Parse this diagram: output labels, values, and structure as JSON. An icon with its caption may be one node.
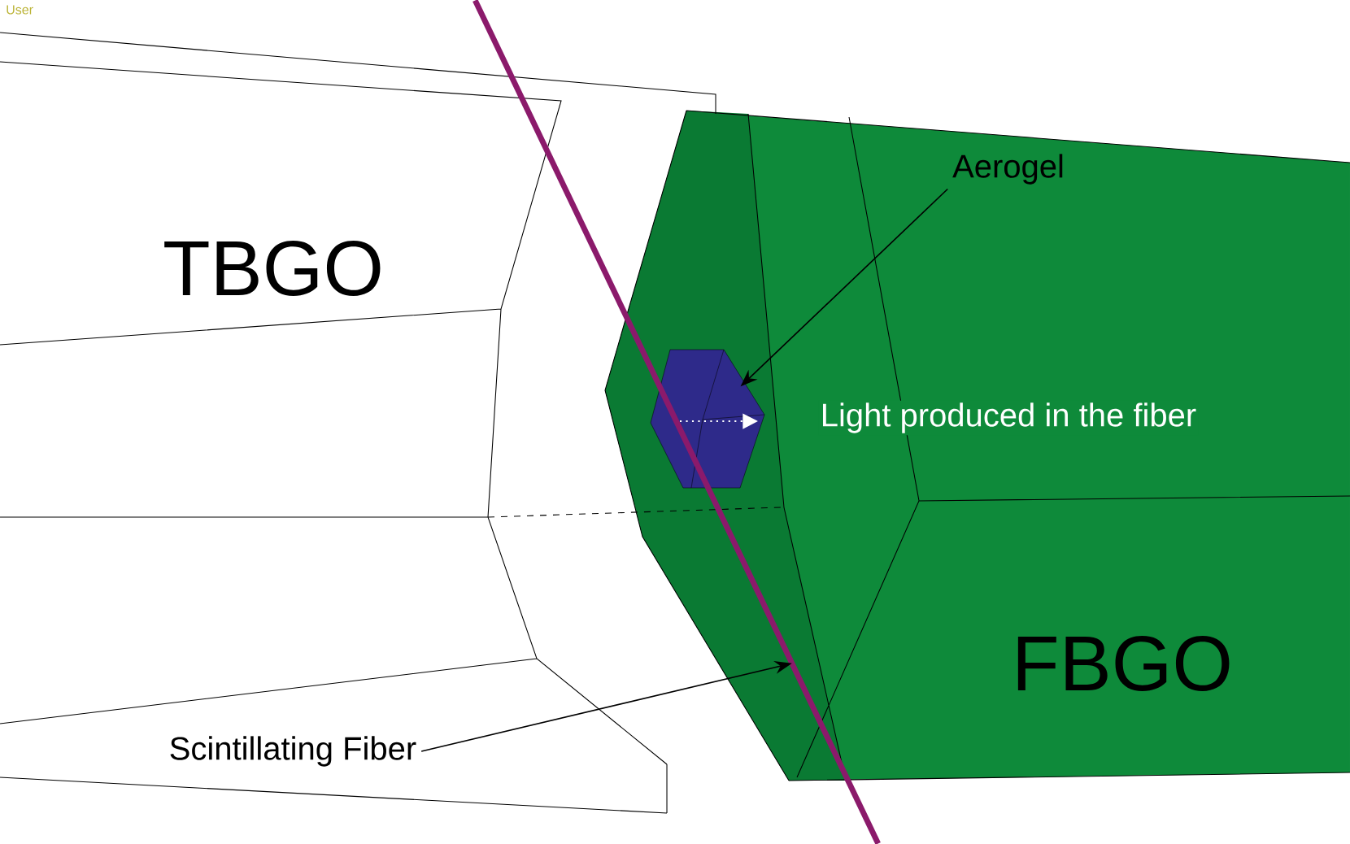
{
  "diagram": {
    "nodes": [
      {
        "text": [
          "Aerogel"
        ]
      },
      {
        "text": [],
        "shape": "box"
      },
      {
        "text": [
          "Scintillating Fiber"
        ]
      },
      {
        "text": [],
        "shape": "bar"
      }
    ],
    "edges": [
      {
        "from": 0,
        "to": 1,
        "arrow": "to"
      },
      {
        "from": 2,
        "to": 3,
        "arrow": "to"
      }
    ],
    "labels": [
      "User",
      "TBGO",
      "Light produced in the fiber",
      "FBGO"
    ]
  }
}
